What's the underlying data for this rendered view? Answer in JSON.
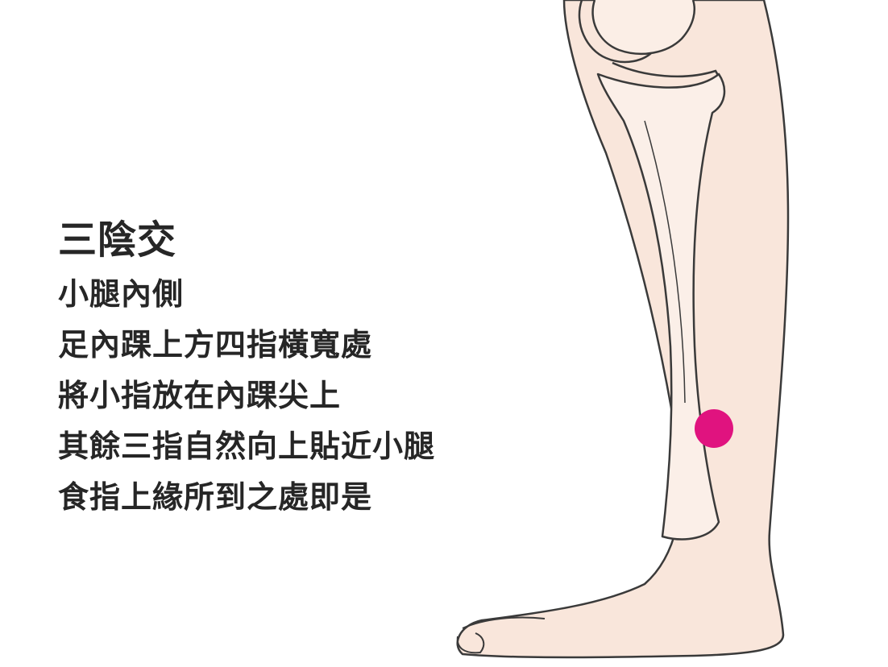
{
  "title": "三陰交",
  "lines": [
    "小腿內側",
    "足內踝上方四指橫寬處",
    "將小指放在內踝尖上",
    "其餘三指自然向上貼近小腿",
    "食指上緣所到之處即是"
  ],
  "colors": {
    "skin": "#f9e6db",
    "outline": "#3a3a3a",
    "acupoint": "#e0137f",
    "text": "#262626"
  }
}
